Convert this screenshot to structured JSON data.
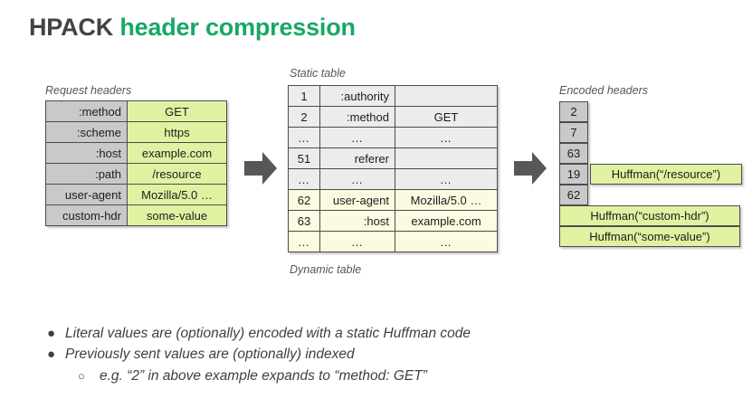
{
  "title": {
    "part_dark": "HPACK",
    "part_green": "header compression",
    "color_dark": "#434343",
    "color_green": "#17a864"
  },
  "request_headers": {
    "caption": "Request headers",
    "rows": [
      {
        "name": ":method",
        "value": "GET"
      },
      {
        "name": ":scheme",
        "value": "https"
      },
      {
        "name": ":host",
        "value": "example.com"
      },
      {
        "name": ":path",
        "value": "/resource"
      },
      {
        "name": "user-agent",
        "value": "Mozilla/5.0 …"
      },
      {
        "name": "custom-hdr",
        "value": "some-value"
      }
    ]
  },
  "index_table": {
    "caption_top": "Static table",
    "caption_bottom": "Dynamic table",
    "rows": [
      {
        "index": "1",
        "name": ":authority",
        "value": "",
        "zone": "static"
      },
      {
        "index": "2",
        "name": ":method",
        "value": "GET",
        "zone": "static"
      },
      {
        "index": "…",
        "name": "…",
        "value": "…",
        "zone": "static",
        "ellipsis": true
      },
      {
        "index": "51",
        "name": "referer",
        "value": "",
        "zone": "static"
      },
      {
        "index": "…",
        "name": "…",
        "value": "…",
        "zone": "static",
        "ellipsis": true
      },
      {
        "index": "62",
        "name": "user-agent",
        "value": "Mozilla/5.0 …",
        "zone": "dynamic"
      },
      {
        "index": "63",
        "name": ":host",
        "value": "example.com",
        "zone": "dynamic"
      },
      {
        "index": "…",
        "name": "…",
        "value": "…",
        "zone": "dynamic",
        "ellipsis": true
      }
    ]
  },
  "encoded_headers": {
    "caption": "Encoded headers",
    "rows": [
      {
        "index": "2",
        "huffman": ""
      },
      {
        "index": "7",
        "huffman": ""
      },
      {
        "index": "63",
        "huffman": ""
      },
      {
        "index": "19",
        "huffman": "Huffman(“/resource”)"
      },
      {
        "index": "62",
        "huffman": ""
      },
      {
        "index": "",
        "huffman": "Huffman(“custom-hdr”)"
      },
      {
        "index": "",
        "huffman": "Huffman(“some-value”)"
      }
    ]
  },
  "arrows": {
    "arrow_1_name": "arrow-request-to-table",
    "arrow_2_name": "arrow-table-to-encoded",
    "color": "#575757"
  },
  "bullets": {
    "marker_level1": "●",
    "marker_level2": "○",
    "items": [
      "Literal values are (optionally) encoded with a static Huffman code",
      "Previously sent values are (optionally) indexed"
    ],
    "sub_item": "e.g. “2” in above example expands to “method: GET”"
  },
  "palette": {
    "gray_cell": "#c9c9c9",
    "green_cell": "#e0f2a2",
    "static_cell": "#ececec",
    "dynamic_cell": "#fbfbe2",
    "border": "#4c4c4c"
  }
}
